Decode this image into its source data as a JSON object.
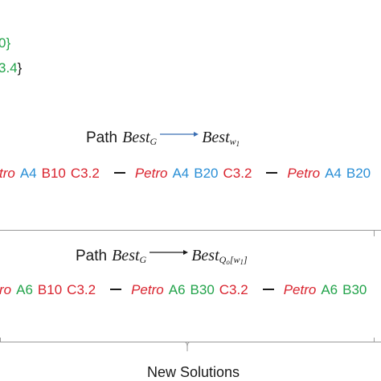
{
  "top": {
    "line1": "0}",
    "line2": "3.4",
    "line2_close": "}"
  },
  "diagram1": {
    "path_word": "Path",
    "from_base": "Best",
    "from_sub": "G",
    "to_base": "Best",
    "to_sub": "w",
    "to_sub_index": "1",
    "sequence": [
      {
        "petro": "tro",
        "a": "A4",
        "b": "B10",
        "c": "C3.2"
      },
      {
        "petro": "Petro",
        "a": "A4",
        "b": "B20",
        "c": "C3.2"
      },
      {
        "petro": "Petro",
        "a": "A4",
        "b": "B20",
        "c": ""
      }
    ]
  },
  "diagram2": {
    "path_word": "Path",
    "from_base": "Best",
    "from_sub": "G",
    "to_base": "Best",
    "to_sub": "Q",
    "to_sub_o": "o",
    "to_sub_bracket": "[w",
    "to_sub_index": "1",
    "to_sub_end": "]",
    "sequence": [
      {
        "petro": "ro",
        "a": "A6",
        "b": "B10",
        "c": "C3.2"
      },
      {
        "petro": "Petro",
        "a": "A6",
        "b": "B30",
        "c": "C3.2"
      },
      {
        "petro": "Petro",
        "a": "A6",
        "b": "B30",
        "c": ""
      }
    ]
  },
  "footer": {
    "label": "New Solutions"
  },
  "colors": {
    "petro": "#d9232e",
    "blue": "#2a8fd6",
    "green": "#22a34a",
    "red": "#d9232e"
  }
}
